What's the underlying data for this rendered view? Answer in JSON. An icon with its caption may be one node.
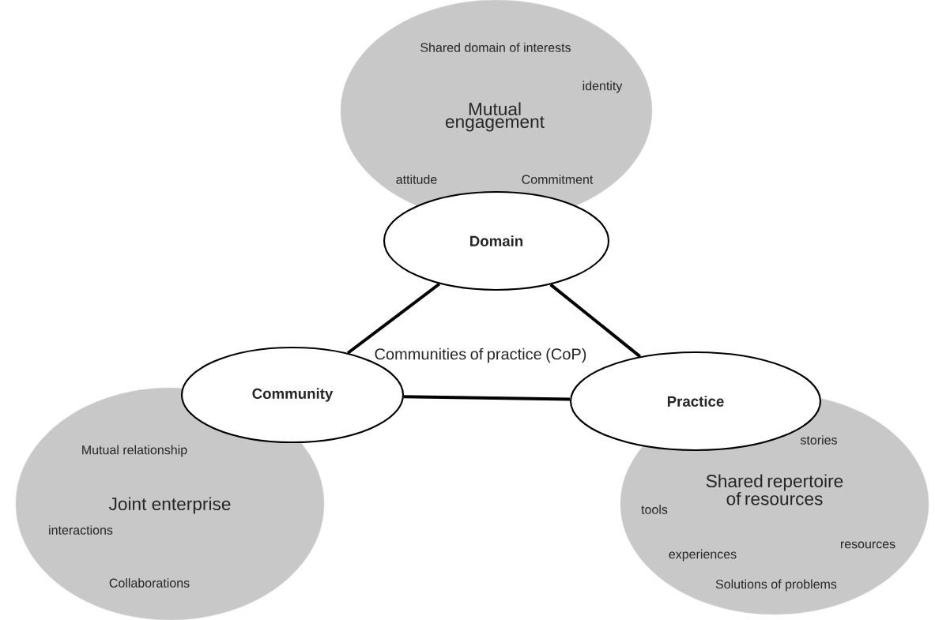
{
  "diagram": {
    "nodes": [
      {
        "text": [
          "Shared domain of interests",
          "identity",
          "Mutual engagement",
          "attitude",
          "Commitment"
        ]
      },
      {
        "text": [
          "Domain"
        ]
      },
      {
        "text": [
          "Community"
        ]
      },
      {
        "text": [
          "Practice"
        ]
      },
      {
        "text": [
          "Mutual relationship",
          "Joint enterprise",
          "interactions",
          "Collaborations"
        ]
      },
      {
        "text": [
          "stories",
          "Shared repertoire of resources",
          "tools",
          "resources",
          "experiences",
          "Solutions of problems"
        ]
      }
    ],
    "edges": [
      {
        "from": 1,
        "to": 2,
        "arrow": "none"
      },
      {
        "from": 1,
        "to": 3,
        "arrow": "none"
      },
      {
        "from": 2,
        "to": 3,
        "arrow": "none"
      }
    ],
    "labels": [
      "Communities of practice (CoP)"
    ]
  }
}
